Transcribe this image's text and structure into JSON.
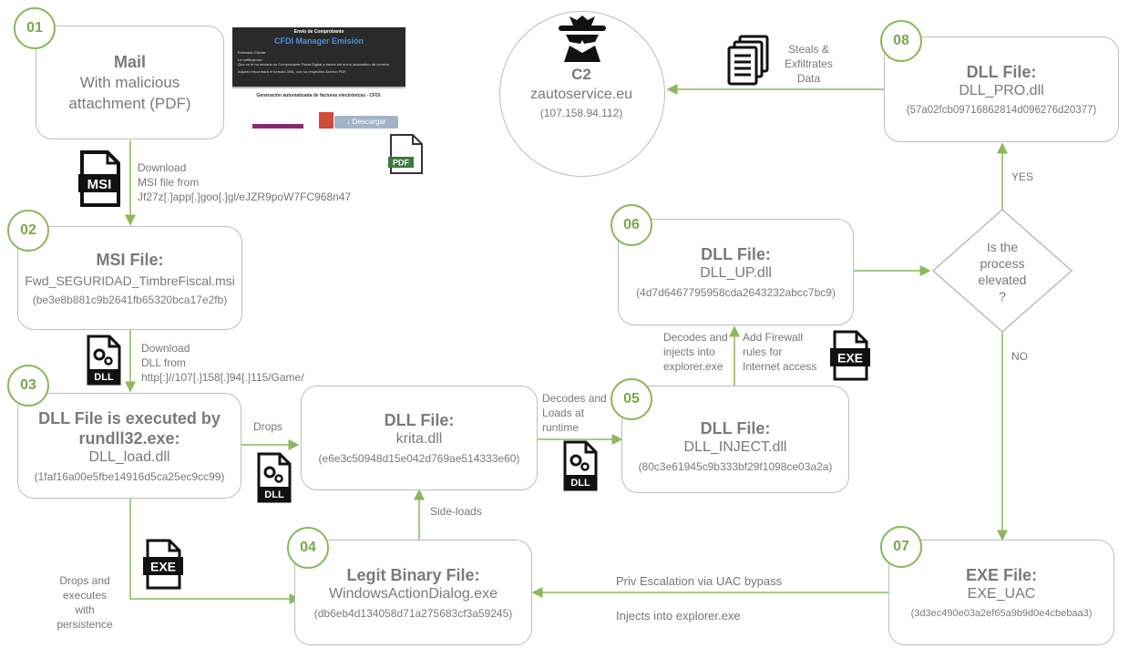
{
  "steps": [
    "01",
    "02",
    "03",
    "04",
    "05",
    "06",
    "07",
    "08"
  ],
  "mail": {
    "title": "Mail",
    "line2": "With malicious",
    "line3": "attachment (PDF)"
  },
  "msi": {
    "title": "MSI File:",
    "name": "Fwd_SEGURIDAD_TimbreFiscal.msi",
    "hash": "(be3e8b881c9b2641fb65320bca17e2fb)"
  },
  "load": {
    "title1": "DLL File is executed by",
    "title2": "rundll32.exe:",
    "name": "DLL_load.dll",
    "hash": "(1faf16a00e5fbe14916d5ca25ec9cc99)"
  },
  "krita": {
    "title": "DLL File:",
    "name": "krita.dll",
    "hash": "(e6e3c50948d15e042d769ae514333e60)"
  },
  "legit": {
    "title": "Legit Binary File:",
    "name": "WindowsActionDialog.exe",
    "hash": "(db6eb4d134058d71a275683cf3a59245)"
  },
  "inject": {
    "title": "DLL File:",
    "name": "DLL_INJECT.dll",
    "hash": "(80c3e61945c9b333bf29f1098ce03a2a)"
  },
  "up": {
    "title": "DLL File:",
    "name": "DLL_UP.dll",
    "hash": "(4d7d6467795958cda2643232abcc7bc9)"
  },
  "uac": {
    "title": "EXE File:",
    "name": "EXE_UAC",
    "hash": "(3d3ec490e03a2ef65a9b9d0e4cbebaa3)"
  },
  "pro": {
    "title": "DLL File:",
    "name": "DLL_PRO.dll",
    "hash": "(57a02fcb09716862814d096276d20377)"
  },
  "c2": {
    "title": "C2",
    "domain": "zautoservice.eu",
    "ip": "(107.158.94.112)"
  },
  "decision": {
    "l1": "Is the",
    "l2": "process",
    "l3": "elevated",
    "l4": "?",
    "yes": "YES",
    "no": "NO"
  },
  "labels": {
    "download_msi": [
      "Download",
      "MSI file from",
      "Jf27z[.]app[.]goo[.]gl/eJZR9poW7FC968n47"
    ],
    "download_dll": [
      "Download",
      "DLL from",
      "http[:]//107[.]158[.]94[.]115/Game/"
    ],
    "drops": "Drops",
    "drops_exec": [
      "Drops and",
      "executes",
      "with",
      "persistence"
    ],
    "side_loads": "Side-loads",
    "decodes_loads": [
      "Decodes and",
      "Loads at",
      "runtime"
    ],
    "decodes_injects": [
      "Decodes and",
      "injects into",
      "explorer.exe"
    ],
    "firewall": [
      "Add Firewall",
      "rules for",
      "Internet access"
    ],
    "priv_esc": "Priv Escalation via UAC bypass",
    "injects_explorer": "Injects into explorer.exe",
    "steals": [
      "Steals &",
      "Exfiltrates",
      "Data"
    ]
  },
  "icons": {
    "msi": "MSI",
    "dll": "DLL",
    "exe": "EXE",
    "pdf": "PDF"
  },
  "email": {
    "header": "Envío de Comprobante",
    "banner": "CFDI Manager Emisión",
    "greeting": "Estimado Cliente:",
    "body1": "Le notificamos:",
    "body2": "Que se le ha enviado su Comprobante Fiscal Digital a través del envío automático de correos.",
    "body3": "Adjunto encontrará el formato XML, con su respectivo Archivo PDF.",
    "footer": "Generación automatizada de facturas electrónicas - CFDI.",
    "button": "↓ Descargar"
  },
  "colors": {
    "accent": "#79a84a",
    "arrow": "#8cb85c",
    "border": "#bdbdbd",
    "text": "#777777"
  }
}
